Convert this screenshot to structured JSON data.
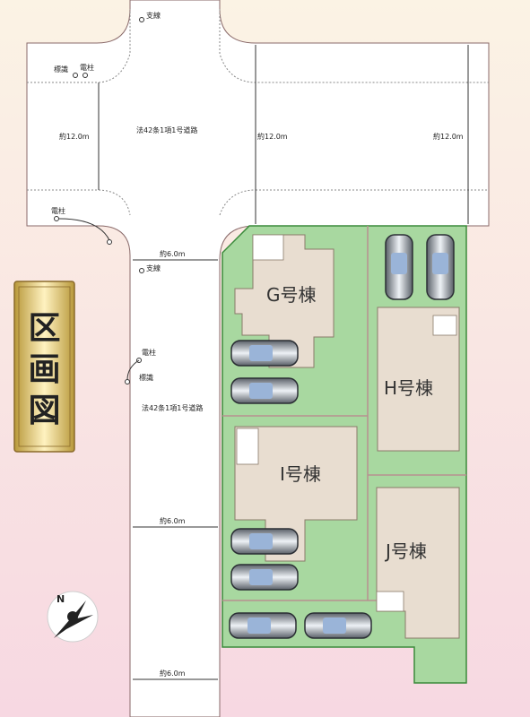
{
  "title": "区画図",
  "roads": {
    "horizontal": "法42条1項1号道路",
    "vertical": "法42条1項1号道路"
  },
  "dimensions": {
    "road_width_left": "約12.0m",
    "road_width_mid": "約12.0m",
    "road_width_right": "約12.0m",
    "road_width_top": "約6.0m",
    "road_width_mid2": "約6.0m",
    "road_width_bottom": "約6.0m"
  },
  "features": {
    "branch_line_top": "支線",
    "marker_top": "標識",
    "pole_top": "電柱",
    "pole_left": "電柱",
    "branch_line_mid": "支線",
    "pole_mid": "電柱",
    "marker_mid": "標識"
  },
  "buildings": {
    "g": "G号棟",
    "h": "H号棟",
    "i": "I号棟",
    "j": "J号棟"
  },
  "compass": {
    "north": "N"
  },
  "colors": {
    "lot_green": "#a8d8a0",
    "lot_border": "#3a8a3a",
    "building": "#e8ddd0",
    "road": "#ffffff",
    "title_gold": "#d8c070"
  }
}
